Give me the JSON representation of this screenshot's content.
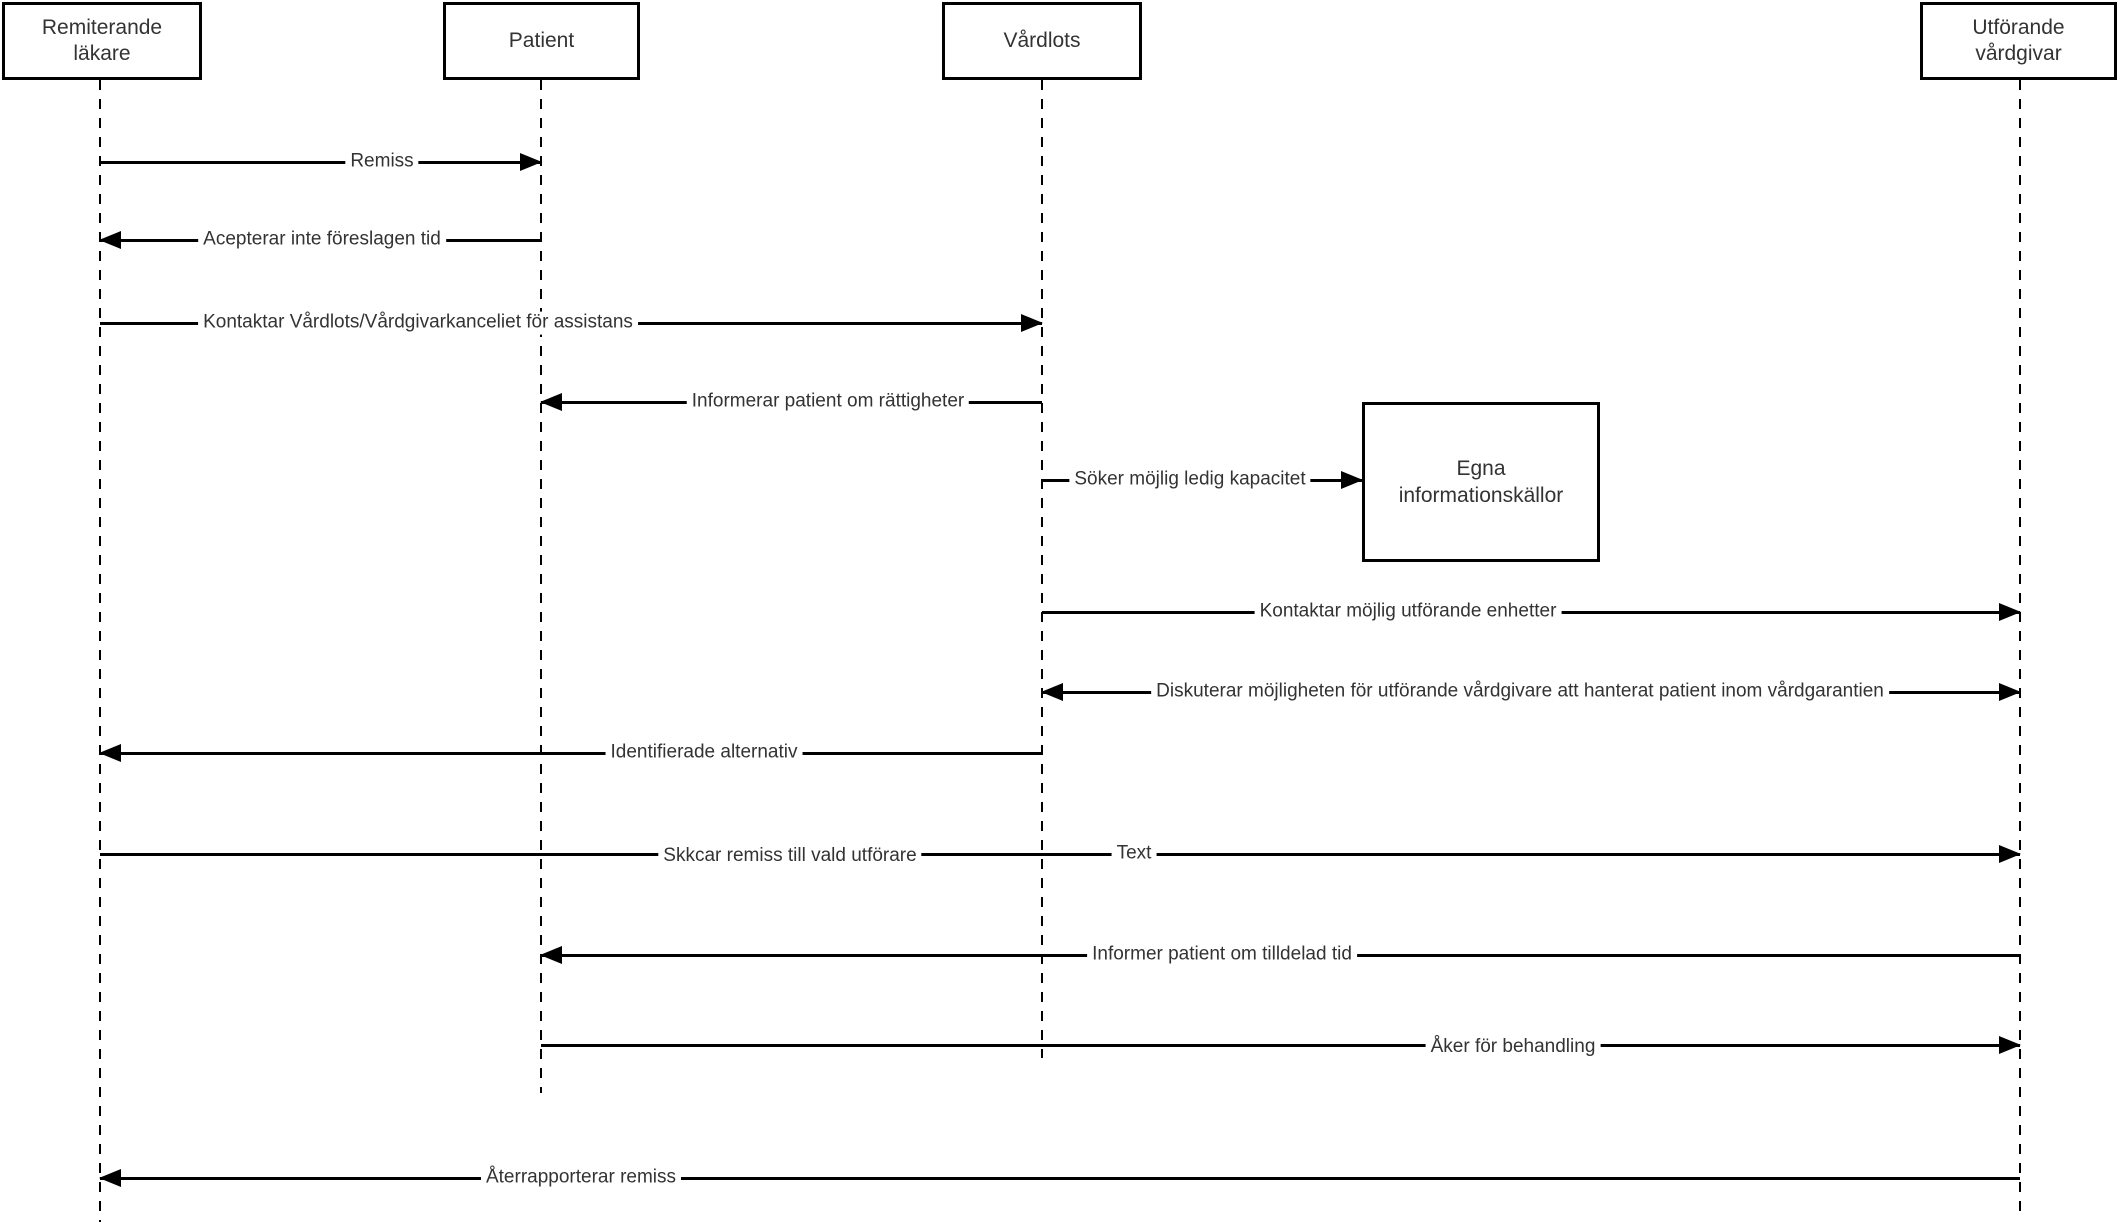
{
  "diagram": {
    "type": "sequence-diagram",
    "background_color": "#ffffff",
    "line_color": "#000000",
    "text_color": "#333333"
  },
  "actors": [
    {
      "label": "Remiterande läkare"
    },
    {
      "label": "Patient"
    },
    {
      "label": "Vårdlots"
    },
    {
      "label": "Utförande vårdgivar"
    }
  ],
  "objects": [
    {
      "label": "Egna informationskällor"
    }
  ],
  "messages": [
    {
      "label": "Remiss",
      "from": "Remiterande läkare",
      "to": "Patient",
      "direction": "right"
    },
    {
      "label": "Acepterar inte föreslagen tid",
      "from": "Patient",
      "to": "Remiterande läkare",
      "direction": "left"
    },
    {
      "label": "Kontaktar Vårdlots/Vårdgivarkanceliet för assistans",
      "from": "Remiterande läkare",
      "to": "Vårdlots",
      "direction": "right"
    },
    {
      "label": "Informerar patient om rättigheter",
      "from": "Vårdlots",
      "to": "Patient",
      "direction": "left"
    },
    {
      "label": "Söker möjlig ledig kapacitet",
      "from": "Vårdlots",
      "to": "Egna informationskällor",
      "direction": "right"
    },
    {
      "label": "Kontaktar möjlig utförande enhetter",
      "from": "Vårdlots",
      "to": "Utförande vårdgivar",
      "direction": "right"
    },
    {
      "label": "Diskuterar möjligheten för utförande vårdgivare att hanterat patient inom vårdgarantien",
      "from": "Vårdlots",
      "to": "Utförande vårdgivar",
      "direction": "both"
    },
    {
      "label": "Identifierade alternativ",
      "from": "Vårdlots",
      "to": "Remiterande läkare",
      "direction": "left"
    },
    {
      "label": "Skkcar remiss till vald utförare",
      "secondary_label": "Text",
      "from": "Remiterande läkare",
      "to": "Utförande vårdgivar",
      "direction": "right"
    },
    {
      "label": "Informer patient om tilldelad tid",
      "from": "Utförande vårdgivar",
      "to": "Patient",
      "direction": "left"
    },
    {
      "label": "Åker för behandling",
      "from": "Patient",
      "to": "Utförande vårdgivar",
      "direction": "right"
    },
    {
      "label": "Återrapporterar remiss",
      "from": "Utförande vårdgivar",
      "to": "Remiterande läkare",
      "direction": "left"
    }
  ]
}
